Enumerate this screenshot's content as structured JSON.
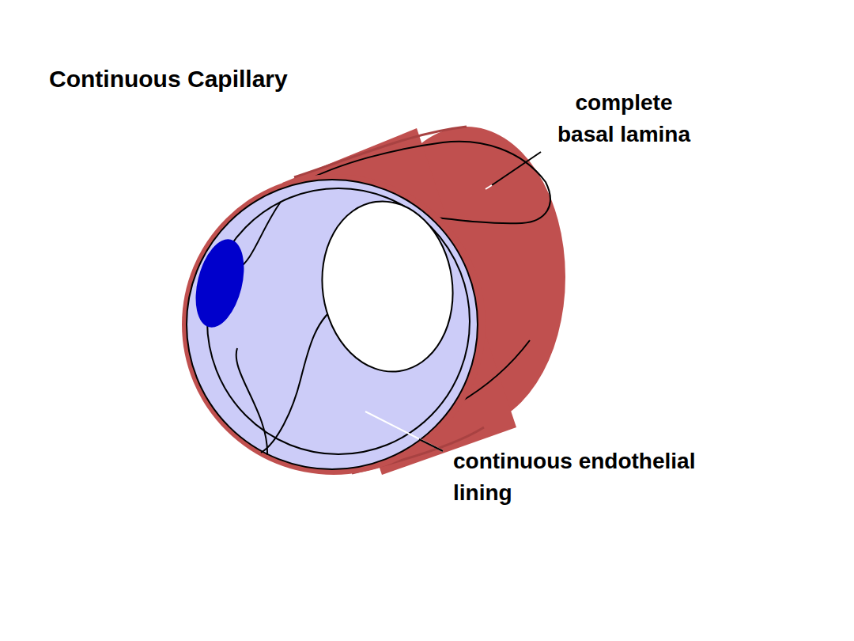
{
  "diagram": {
    "title": "Continuous Capillary",
    "labels": [
      "complete basal lamina",
      "continuous endothelial lining"
    ]
  }
}
